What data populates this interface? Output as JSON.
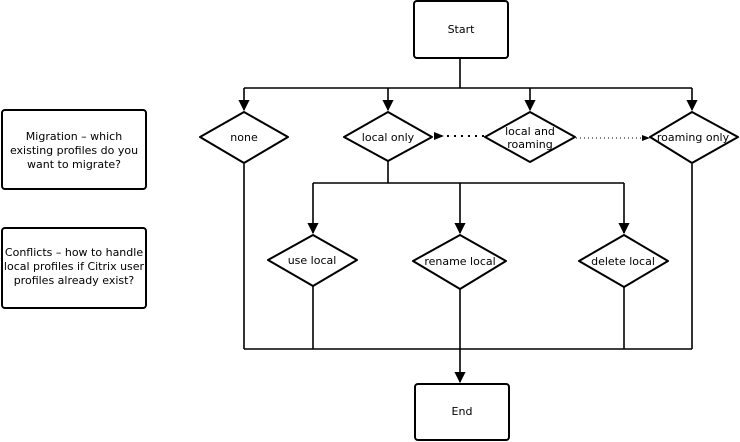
{
  "legend": {
    "migration": [
      "Migration – which",
      "existing profiles do you",
      "want to migrate?"
    ],
    "conflicts": [
      "Conflicts – how to handle",
      "local profiles if Citrix user",
      "profiles already exist?"
    ]
  },
  "nodes": {
    "start": "Start",
    "end": "End",
    "none": "none",
    "local_only": "local only",
    "local_and_roaming": [
      "local and",
      "roaming"
    ],
    "roaming_only": "roaming only",
    "use_local": "use local",
    "rename_local": "rename local",
    "delete_local": "delete local"
  }
}
